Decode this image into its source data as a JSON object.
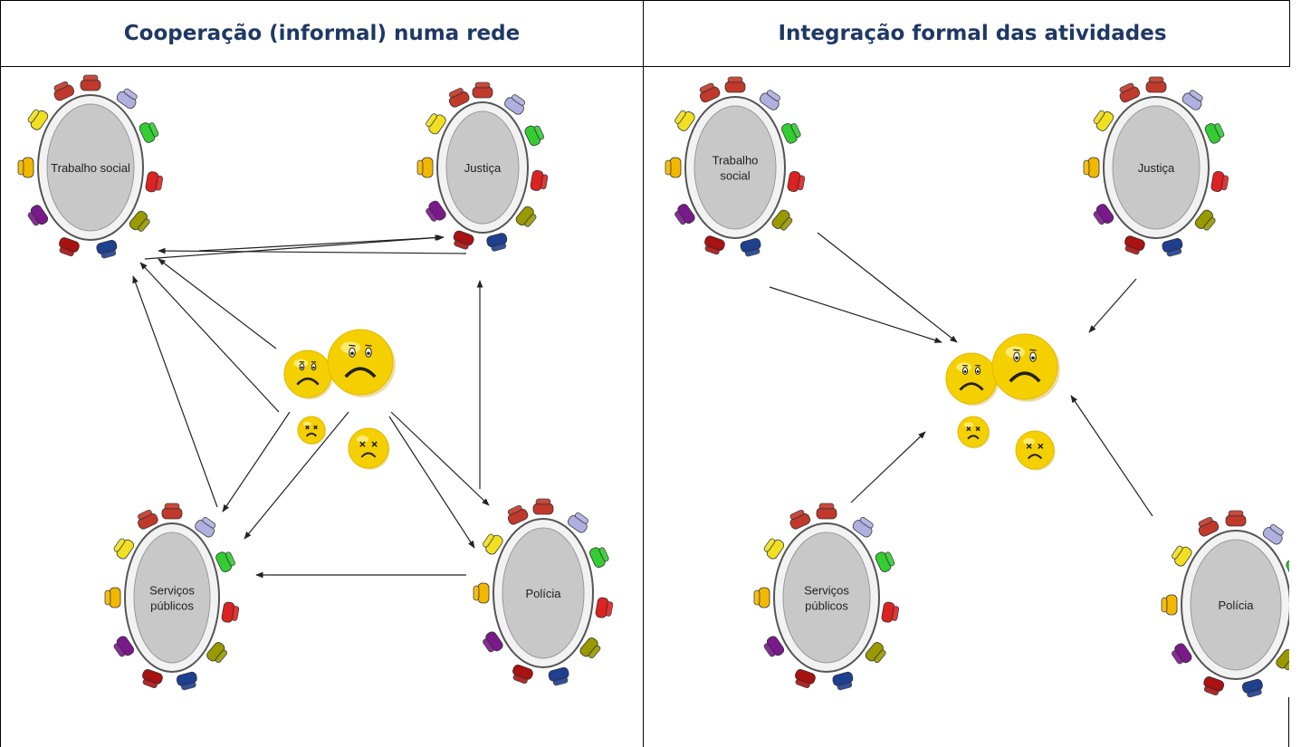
{
  "headers": {
    "left": "Cooperação (informal) numa rede",
    "right": "Integração formal das atividades"
  },
  "left_panel": {
    "tables": {
      "trabalho_social": [
        "Trabalho social"
      ],
      "justica": [
        "Justiça"
      ],
      "servicos_publicos": [
        "Serviços",
        "públicos"
      ],
      "policia": [
        "Polícia"
      ]
    }
  },
  "right_panel": {
    "tables": {
      "trabalho_social": [
        "Trabalho",
        "social"
      ],
      "justica": [
        "Justiça"
      ],
      "servicos_publicos": [
        "Serviços",
        "públicos"
      ],
      "policia": [
        "Polícia"
      ]
    }
  },
  "colors": {
    "header_text": "#1f3864",
    "table_fill": "#c8c8c8",
    "smiley": "#f5d000",
    "chairs": [
      "#c0392b",
      "#b0b0e0",
      "#33cc33",
      "#dd2222",
      "#999900",
      "#1f3f8f",
      "#aa1111",
      "#7a1a8a",
      "#f2b800",
      "#f0e020"
    ]
  }
}
